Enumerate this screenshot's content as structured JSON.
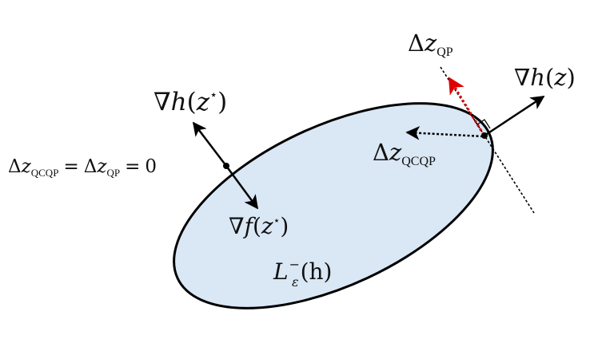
{
  "diagram": {
    "colors": {
      "region_fill": "#dae7f5",
      "stroke": "#000000",
      "qp_step": "#e00000",
      "background": "#ffffff"
    },
    "region": {
      "label_main": "L",
      "label_sup": "−",
      "label_sub": "ε",
      "label_arg": "(h)"
    },
    "optimum_point": {
      "grad_h_label": {
        "nabla": "∇",
        "fn": "h",
        "open": "(",
        "var": "z",
        "star": "⋆",
        "close": ")"
      },
      "grad_f_label": {
        "nabla": "∇",
        "fn": "f",
        "open": "(",
        "var": "z",
        "star": "⋆",
        "close": ")"
      },
      "equality_label": {
        "delta1": "Δ",
        "z1": "z",
        "sub1": "QCQP",
        "eq1": "=",
        "delta2": "Δ",
        "z2": "z",
        "sub2": "QP",
        "eq2": "=",
        "zero": "0"
      }
    },
    "boundary_point": {
      "grad_h_label": {
        "nabla": "∇",
        "fn": "h",
        "open": "(",
        "var": "z",
        "close": ")"
      },
      "qp_label": {
        "delta": "Δ",
        "z": "z",
        "sub": "QP"
      },
      "qcqp_label": {
        "delta": "Δ",
        "z": "z",
        "sub": "QCQP"
      }
    }
  }
}
